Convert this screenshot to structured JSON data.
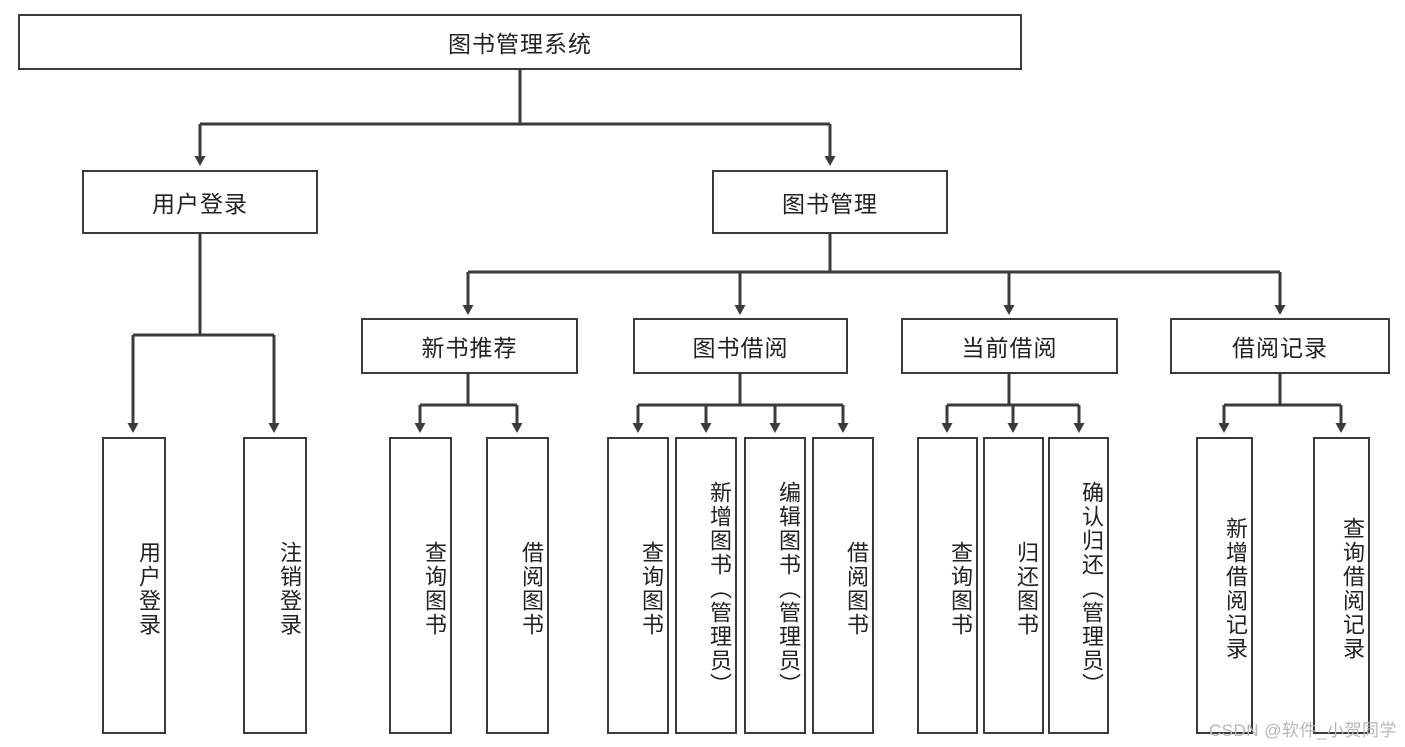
{
  "diagram": {
    "title": "图书管理系统",
    "type": "tree-hierarchy",
    "root": {
      "label": "图书管理系统"
    },
    "level2": [
      {
        "label": "用户登录"
      },
      {
        "label": "图书管理"
      }
    ],
    "level3": [
      {
        "label": "新书推荐"
      },
      {
        "label": "图书借阅"
      },
      {
        "label": "当前借阅"
      },
      {
        "label": "借阅记录"
      }
    ],
    "leaves": {
      "user_login": [
        {
          "label": "用户登录"
        },
        {
          "label": "注销登录"
        }
      ],
      "new_book_recommend": [
        {
          "label": "查询图书"
        },
        {
          "label": "借阅图书"
        }
      ],
      "book_borrow": [
        {
          "label": "查询图书"
        },
        {
          "label": "新增图书（管理员）"
        },
        {
          "label": "编辑图书（管理员）"
        },
        {
          "label": "借阅图书"
        }
      ],
      "current_borrow": [
        {
          "label": "查询图书"
        },
        {
          "label": "归还图书"
        },
        {
          "label": "确认归还（管理员）"
        }
      ],
      "borrow_record": [
        {
          "label": "新增借阅记录"
        },
        {
          "label": "查询借阅记录"
        }
      ]
    }
  },
  "watermark": {
    "text": "CSDN @软件_小贺同学"
  },
  "colors": {
    "stroke": "#3b3b3b",
    "background": "#ffffff",
    "text": "#222222",
    "watermark": "#b6b6b6"
  }
}
